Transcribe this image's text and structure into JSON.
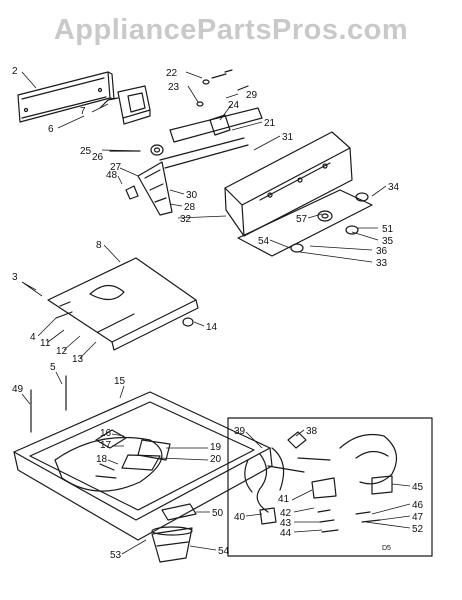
{
  "watermark": "AppliancePartsPros.com",
  "top_cut_text": "·  ,  ·  ;  ·  ·  ,  ·  ",
  "inset_mark": "D5",
  "callouts": [
    "2",
    "6",
    "7",
    "22",
    "23",
    "29",
    "24",
    "21",
    "31",
    "25",
    "26",
    "27",
    "48",
    "30",
    "28",
    "32",
    "34",
    "57",
    "51",
    "35",
    "36",
    "54",
    "33",
    "8",
    "3",
    "4",
    "11",
    "12",
    "13",
    "14",
    "5",
    "15",
    "49",
    "39",
    "38",
    "16",
    "17",
    "19",
    "20",
    "18",
    "45",
    "41",
    "42",
    "46",
    "47",
    "40",
    "43",
    "44",
    "52",
    "50",
    "53",
    "54"
  ],
  "colors": {
    "ink": "#1a1a1a",
    "watermark": "#c9c9c9",
    "background": "#ffffff"
  }
}
